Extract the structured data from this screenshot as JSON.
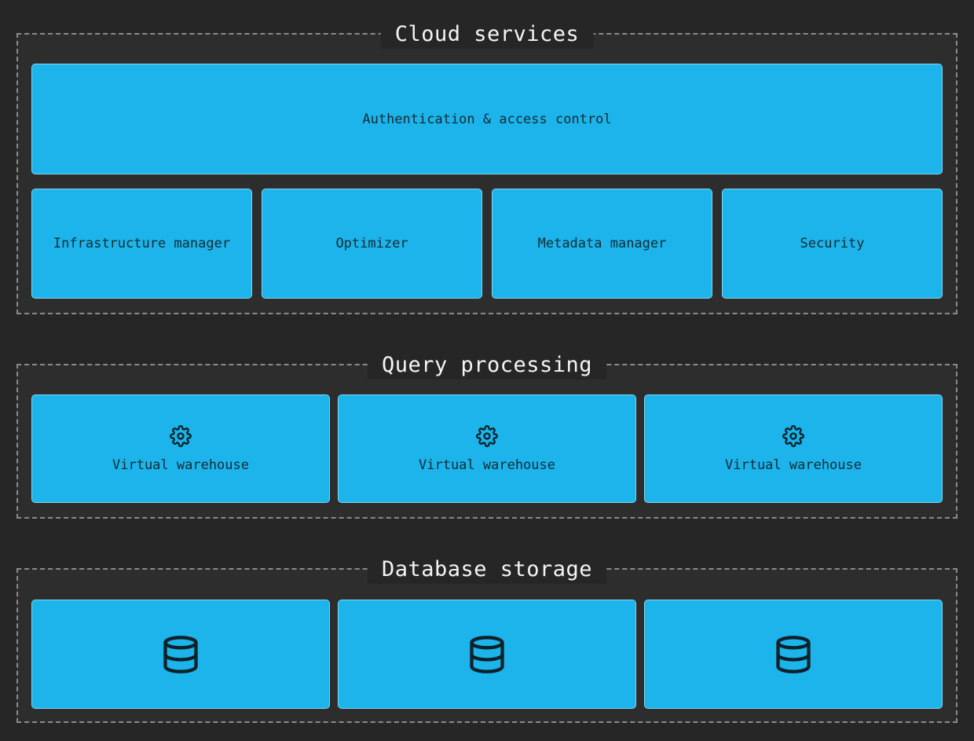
{
  "colors": {
    "background": "#262626",
    "panel_background": "#2d2d2d",
    "dashed_border": "#8a8a8a",
    "node_fill": "#1cb4ea",
    "node_text": "#152b34",
    "title_text": "#f5f5f5"
  },
  "sections": [
    {
      "title": "Cloud services",
      "wide_box": "Authentication & access control",
      "boxes": [
        "Infrastructure manager",
        "Optimizer",
        "Metadata manager",
        "Security"
      ]
    },
    {
      "title": "Query processing",
      "boxes": [
        {
          "icon": "gear-icon",
          "label": "Virtual warehouse"
        },
        {
          "icon": "gear-icon",
          "label": "Virtual warehouse"
        },
        {
          "icon": "gear-icon",
          "label": "Virtual warehouse"
        }
      ]
    },
    {
      "title": "Database storage",
      "boxes": [
        {
          "icon": "database-icon"
        },
        {
          "icon": "database-icon"
        },
        {
          "icon": "database-icon"
        }
      ]
    }
  ]
}
